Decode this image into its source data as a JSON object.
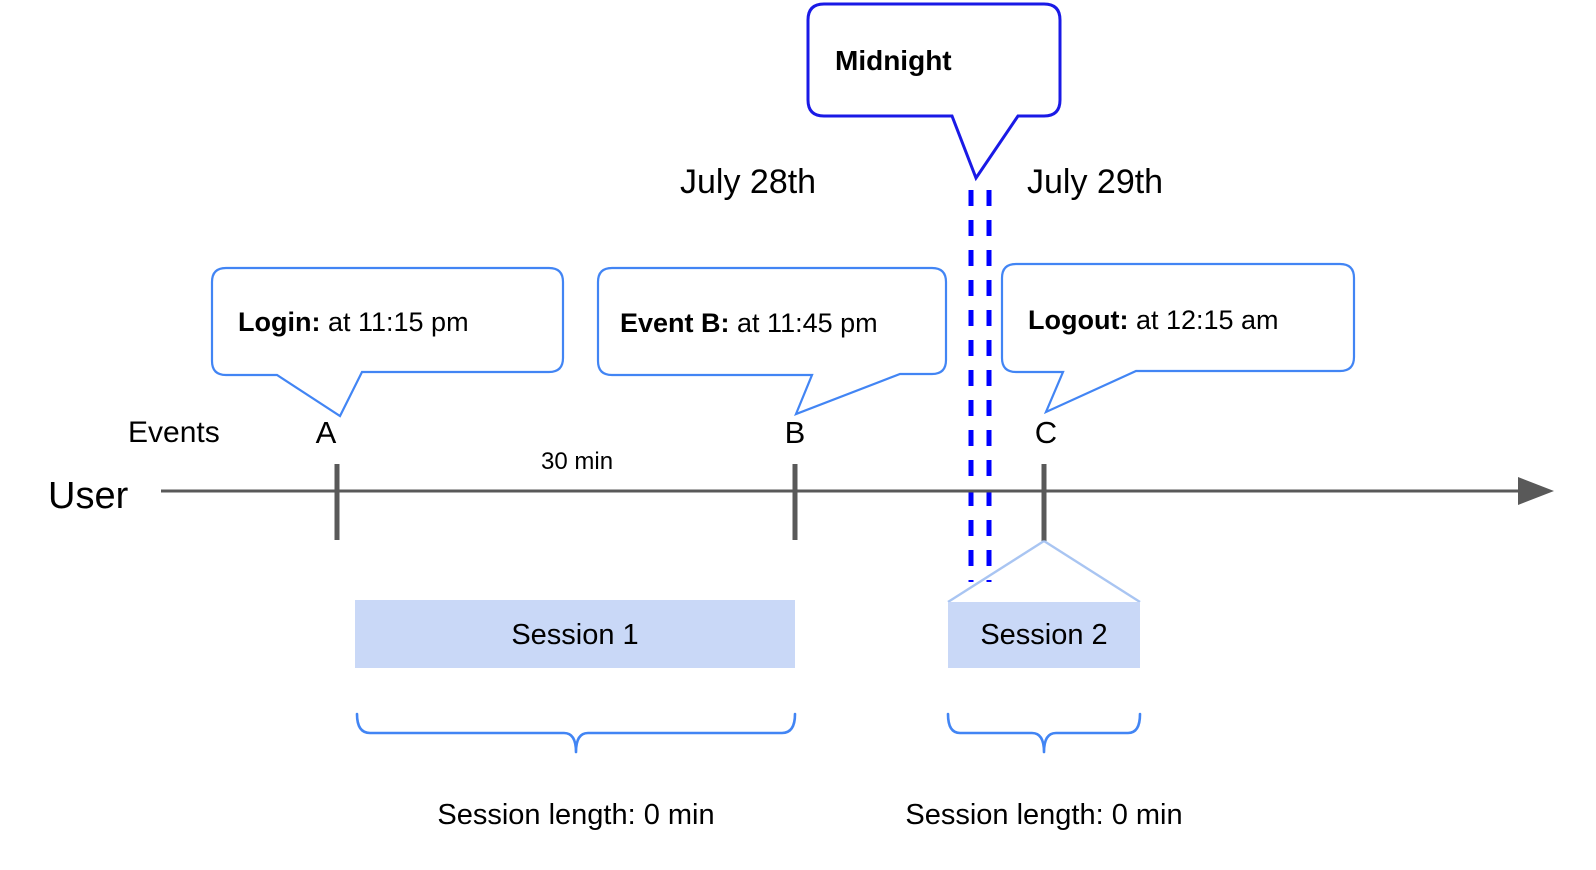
{
  "diagram": {
    "title_callout": {
      "label": "Midnight"
    },
    "dates": [
      {
        "label": "July 28th"
      },
      {
        "label": "July 29th"
      }
    ],
    "event_callouts": [
      {
        "lead": "Login:",
        "detail": " at 11:15 pm"
      },
      {
        "lead": "Event B:",
        "detail": " at 11:45 pm"
      },
      {
        "lead": "Logout:",
        "detail": " at 12:15 am"
      }
    ],
    "axis": {
      "row_label": "User",
      "events_label": "Events",
      "gap_label": "30 min",
      "event_markers": [
        {
          "letter": "A"
        },
        {
          "letter": "B"
        },
        {
          "letter": "C"
        }
      ]
    },
    "sessions": [
      {
        "label": "Session 1",
        "length_label": "Session length: 0 min"
      },
      {
        "label": "Session 2",
        "length_label": "Session length: 0 min"
      }
    ],
    "colors": {
      "callout_border": "#4285f4",
      "midnight_border": "#1a1ae6",
      "midnight_dash": "#0000ff",
      "axis": "#595959",
      "session_fill": "#c9d8f7",
      "funnel": "#a9c5f2"
    }
  }
}
